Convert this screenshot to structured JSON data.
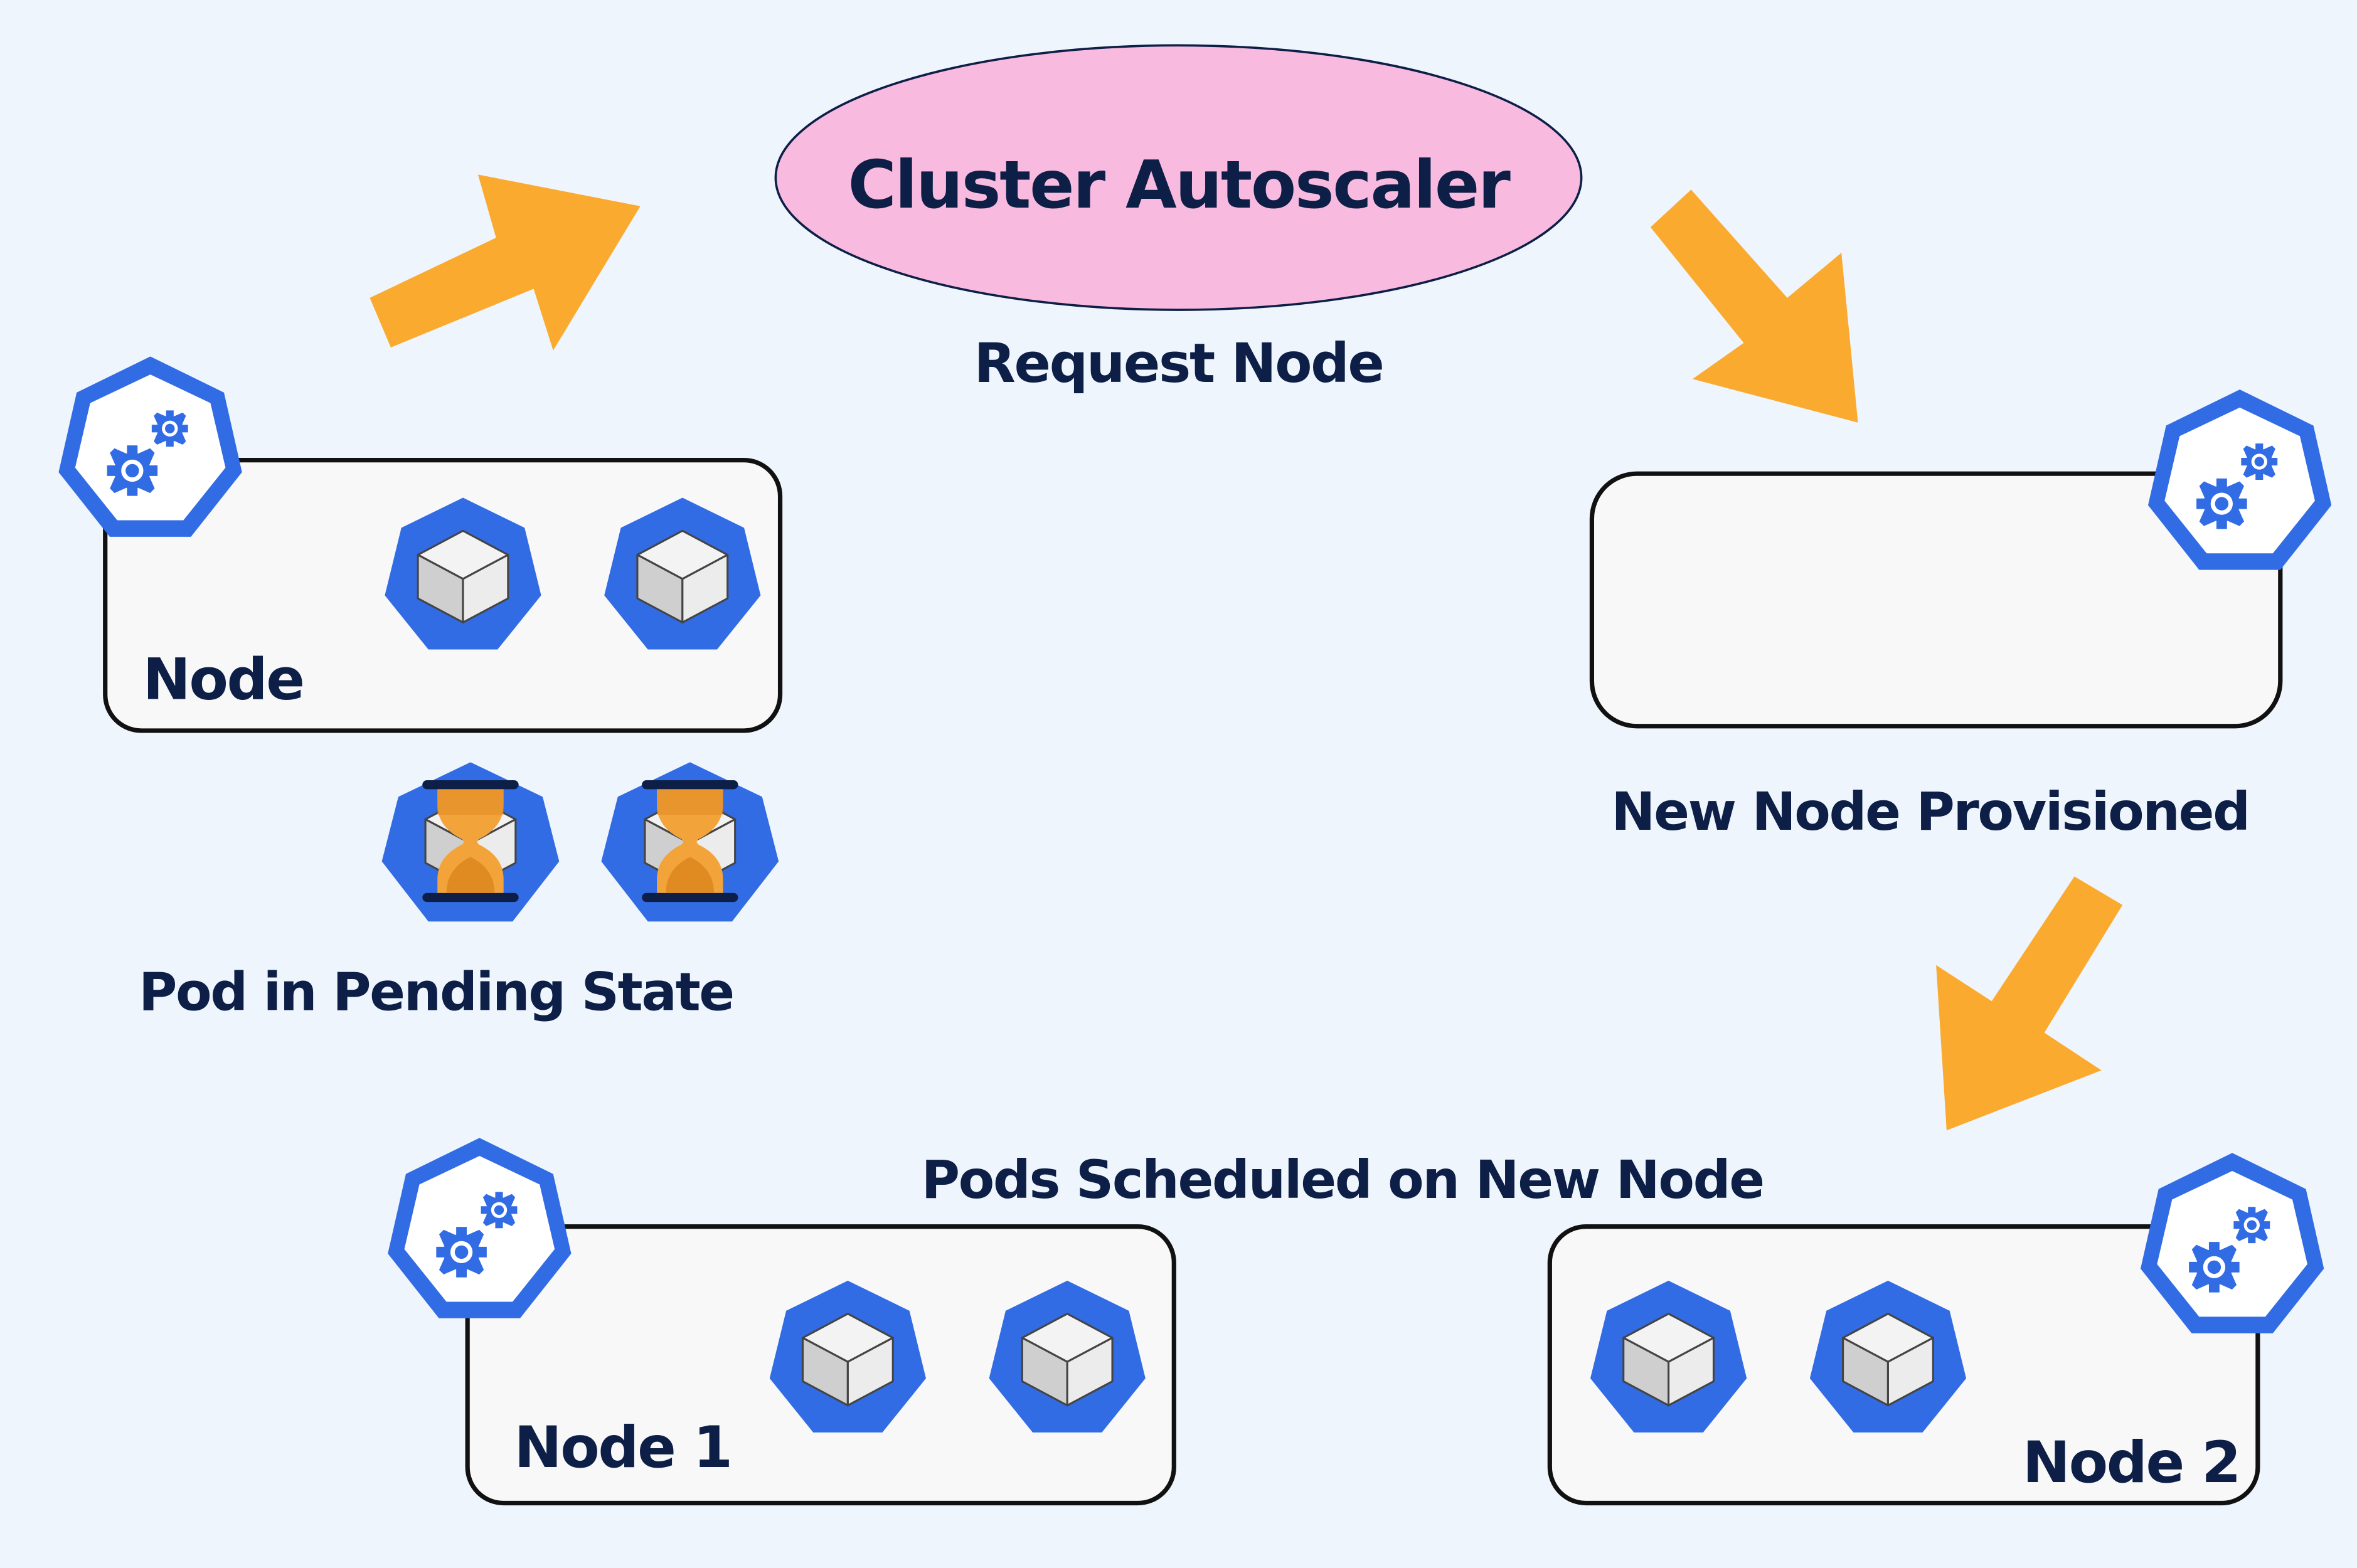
{
  "diagram": {
    "autoscaler_label": "Cluster Autoscaler",
    "request_label": "Request Node",
    "provisioned_label": "New Node Provisioned",
    "scheduled_label": "Pods Scheduled on New Node",
    "pending_label": "Pod in Pending State",
    "node_label": "Node",
    "node1_label": "Node 1",
    "node2_label": "Node 2"
  },
  "colors": {
    "background": "#eff5fc",
    "k8s_blue": "#326ce5",
    "arrow": "#fbaa30",
    "ellipse": "#f8bbdf",
    "text": "#0d1f47",
    "node_box": "#f8f8f8"
  },
  "icons": {
    "node": "kubernetes-node-gears-icon",
    "pod": "kubernetes-pod-cube-icon",
    "pending": "hourglass-icon"
  }
}
